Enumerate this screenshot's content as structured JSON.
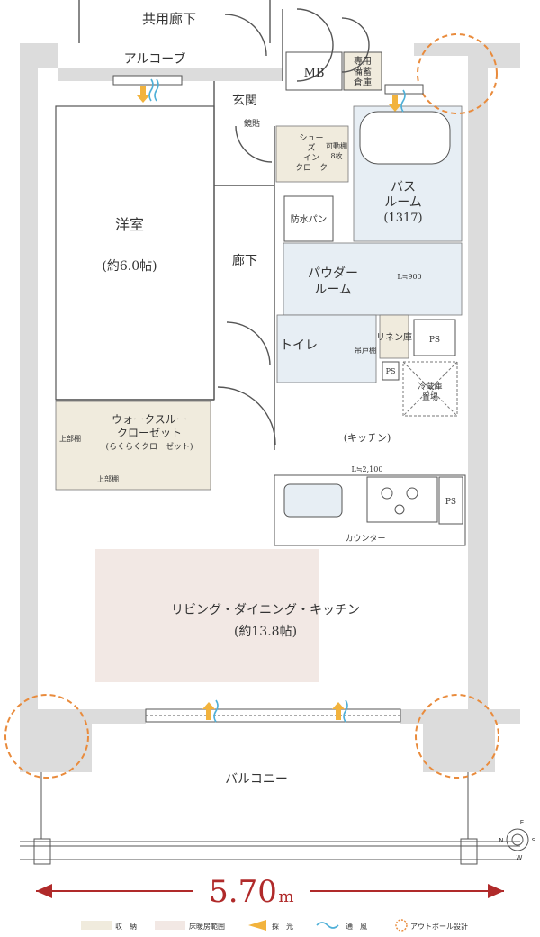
{
  "labels": {
    "corridor_common": "共用廊下",
    "alcove": "アルコーブ",
    "mb": "MB",
    "storage_line1": "専用",
    "storage_line2": "備蓄",
    "storage_line3": "倉庫",
    "entrance": "玄関",
    "mirror": "鏡貼",
    "shoes_l1": "シュー",
    "shoes_l2": "ズ",
    "shoes_l3": "イン",
    "shoes_l4": "クローク",
    "shelf_l1": "可動棚",
    "shelf_l2": "8枚",
    "bath_l1": "バス",
    "bath_l2": "ルーム",
    "bath_l3": "(1317)",
    "waterproof_pan": "防水パン",
    "hallway": "廊下",
    "western_room": "洋室",
    "western_room_size": "(約6.0帖)",
    "powder_l1": "パウダー",
    "powder_l2": "ルーム",
    "powder_dim": "L≒900",
    "toilet": "トイレ",
    "hanging_shelf": "吊戸棚",
    "linen": "リネン庫",
    "ps": "PS",
    "fridge_l1": "冷蔵庫",
    "fridge_l2": "置場",
    "kitchen": "(キッチン)",
    "walkthrough_l1": "ウォークスルー",
    "walkthrough_l2": "クローゼット",
    "walkthrough_l3": "(らくらくクローゼット)",
    "upper_shelf": "上部棚",
    "upper_shelf_v": "上部棚",
    "counter_dim": "L≒2,100",
    "counter": "カウンター",
    "ldk": "リビング・ダイニング・キッチン",
    "ldk_size": "(約13.8帖)",
    "balcony": "バルコニー",
    "dimension_value": "5.70",
    "dimension_unit": "m",
    "compass_e": "E",
    "compass_n": "N",
    "compass_s": "S",
    "compass_w": "W"
  },
  "legend": [
    {
      "label": "収　納",
      "type": "storage"
    },
    {
      "label": "床暖房範囲",
      "type": "floor-heating"
    },
    {
      "label": "採　光",
      "type": "daylight"
    },
    {
      "label": "通　風",
      "type": "ventilation"
    },
    {
      "label": "アウトポール設計",
      "type": "outpole"
    }
  ],
  "colors": {
    "storage": "#f0ebdd",
    "floor_heating": "#f2e8e4",
    "wet_area": "#e7eef4",
    "daylight_arrow": "#f2b33d",
    "ventilation": "#4fb0d8",
    "outpole_circle": "#e98b3c",
    "dimension": "#b02a2a",
    "wall": "#dcdcdc"
  }
}
